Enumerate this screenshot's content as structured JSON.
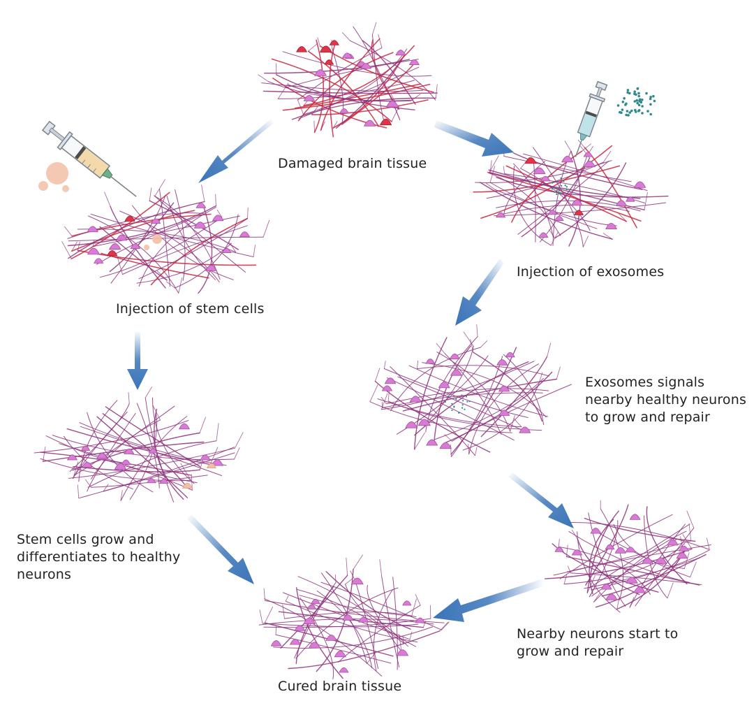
{
  "diagram": {
    "labels": {
      "damaged": "Damaged brain tissue",
      "injection_stem": "Injection of stem cells",
      "injection_exo": "Injection of exosomes",
      "exo_signals": "Exosomes signals nearby healthy neurons to grow and repair",
      "stem_grow": "Stem cells grow and differentiates to healthy neurons",
      "nearby_grow": "Nearby neurons start to grow and repair",
      "cured": "Cured brain tissue"
    },
    "colors": {
      "arrow": "#3a74b8",
      "fiber": "#8d2f7a",
      "neuron": "#d77bd6",
      "damaged_neuron": "#e0344a",
      "damaged_fiber": "#c8283e",
      "stem_cell": "#f2bfa6",
      "exosome": "#2f8a8a",
      "syringe_stem_fluid": "#f3d8a6",
      "syringe_exo_fluid": "#bfe3e8"
    },
    "icons": [
      "stem-cell-syringe-icon",
      "exosome-syringe-icon"
    ]
  }
}
